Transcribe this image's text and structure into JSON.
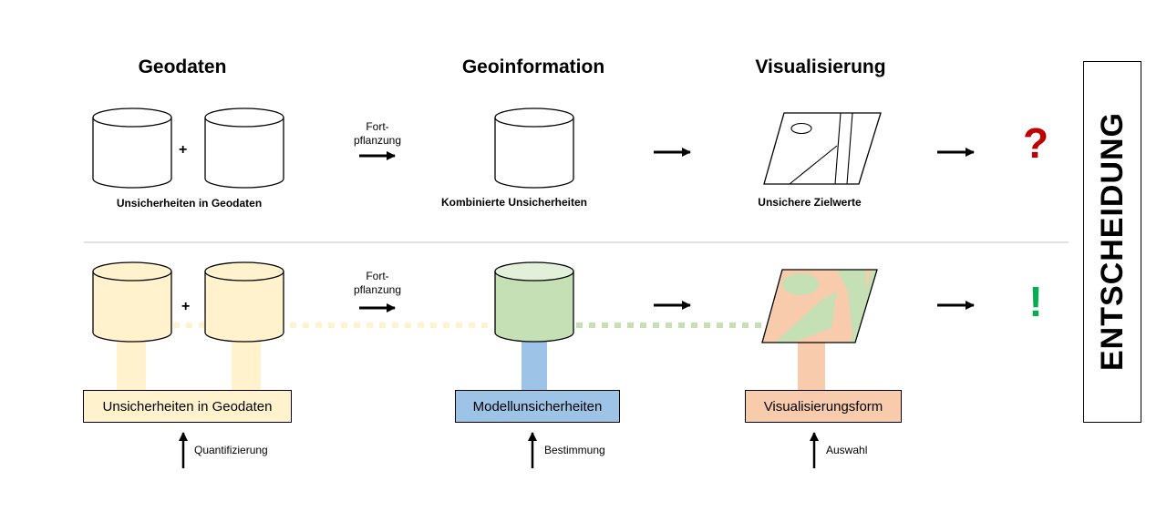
{
  "headers": {
    "geodaten": "Geodaten",
    "geoinformation": "Geoinformation",
    "visualisierung": "Visualisierung"
  },
  "top_row": {
    "caption_geodaten": "Unsicherheiten in Geodaten",
    "plus": "+",
    "prop_line1": "Fort-",
    "prop_line2": "pflanzung",
    "caption_geoinformation": "Kombinierte Unsicherheiten",
    "caption_visualisierung": "Unsichere Zielwerte",
    "result_symbol": "?"
  },
  "bottom_row": {
    "plus": "+",
    "prop_line1": "Fort-",
    "prop_line2": "pflanzung",
    "box_geodaten": "Unsicherheiten in Geodaten",
    "box_modell": "Modellunsicherheiten",
    "box_visualisierung": "Visualisierungsform",
    "label_quantifizierung": "Quantifizierung",
    "label_bestimmung": "Bestimmung",
    "label_auswahl": "Auswahl",
    "result_symbol": "!"
  },
  "decision_label": "ENTSCHEIDUNG",
  "colors": {
    "geodaten_fill": "#fff2cc",
    "modell_fill": "#c5e0b4",
    "modell_box": "#9dc3e6",
    "visual_box": "#f8cbad",
    "question_mark": "#c00000",
    "exclamation": "#00b050",
    "divider": "#d9d9d9"
  }
}
